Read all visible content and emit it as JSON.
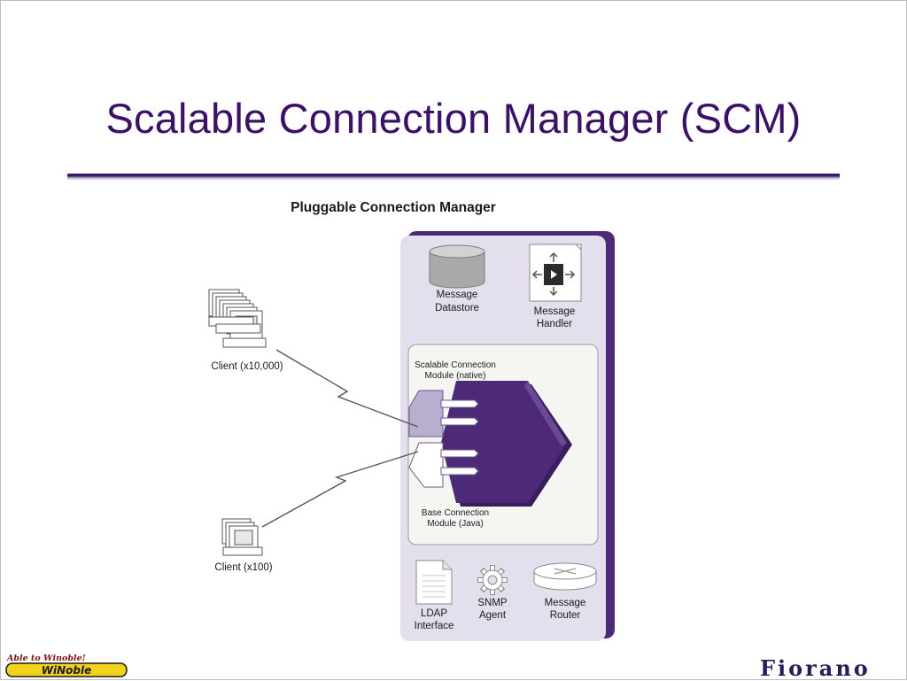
{
  "slide": {
    "title": "Scalable Connection Manager (SCM)"
  },
  "diagram": {
    "heading": "Pluggable Connection Manager",
    "clients": [
      {
        "label": "Client (x10,000)"
      },
      {
        "label": "Client (x100)"
      }
    ],
    "top_components": [
      {
        "line1": "Message",
        "line2": "Datastore",
        "icon": "database-icon"
      },
      {
        "line1": "Message",
        "line2": "Handler",
        "icon": "message-handler-icon"
      }
    ],
    "modules": {
      "scalable_line1": "Scalable Connection",
      "scalable_line2": "Module (native)",
      "base_line1": "Base Connection",
      "base_line2": "Module (Java)"
    },
    "bottom_components": [
      {
        "line1": "LDAP",
        "line2": "Interface",
        "icon": "document-icon"
      },
      {
        "line1": "SNMP",
        "line2": "Agent",
        "icon": "gear-icon"
      },
      {
        "line1": "Message",
        "line2": "Router",
        "icon": "router-icon"
      }
    ]
  },
  "logos": {
    "left_tagline": "Able to Winoble!",
    "left_brand": "WiNoble",
    "right_brand": "Fiorano"
  },
  "colors": {
    "title": "#3b0f6a",
    "panel_fill": "#e4dfec",
    "panel_shadow": "#4d2a78",
    "hexagon": "#4d2a78",
    "scalable_plug": "#b9aed0",
    "base_plug": "#ffffff"
  }
}
